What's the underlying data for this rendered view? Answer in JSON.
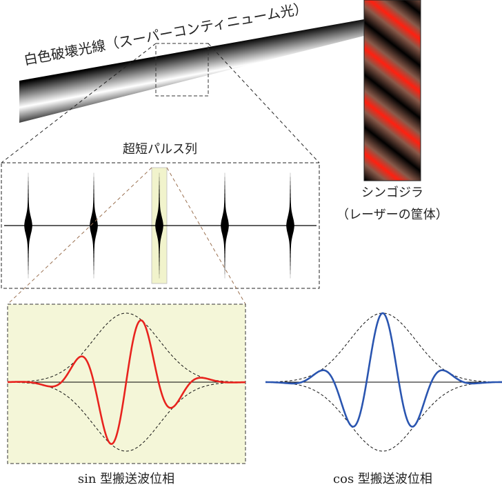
{
  "beam_label": "白色破壊光線（スーパーコンティニューム光）",
  "pulse_train_label": "超短パルス列",
  "laser_label_line1": "シンゴジラ",
  "laser_label_line2": "（レーザーの筐体）",
  "sin_label": "sin 型搬送波位相",
  "cos_label": "cos 型搬送波位相",
  "colors": {
    "sin_wave": "#e8231e",
    "cos_wave": "#2a55b0",
    "highlight": "#f4f6d8",
    "laser_stripe": "#ff2010"
  },
  "pulse_count": 5
}
